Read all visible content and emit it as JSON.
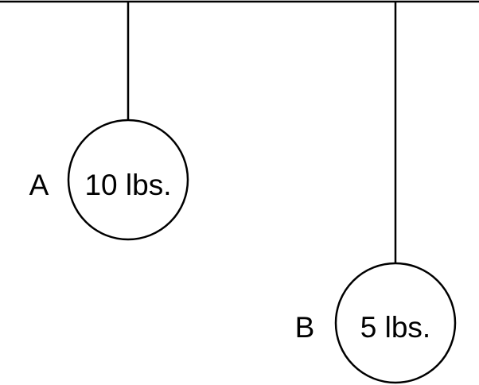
{
  "weights": [
    {
      "label": "A",
      "weight": "10 lbs."
    },
    {
      "label": "B",
      "weight": "5 lbs."
    }
  ],
  "colors": {
    "line": "#000000",
    "background": "#ffffff"
  }
}
